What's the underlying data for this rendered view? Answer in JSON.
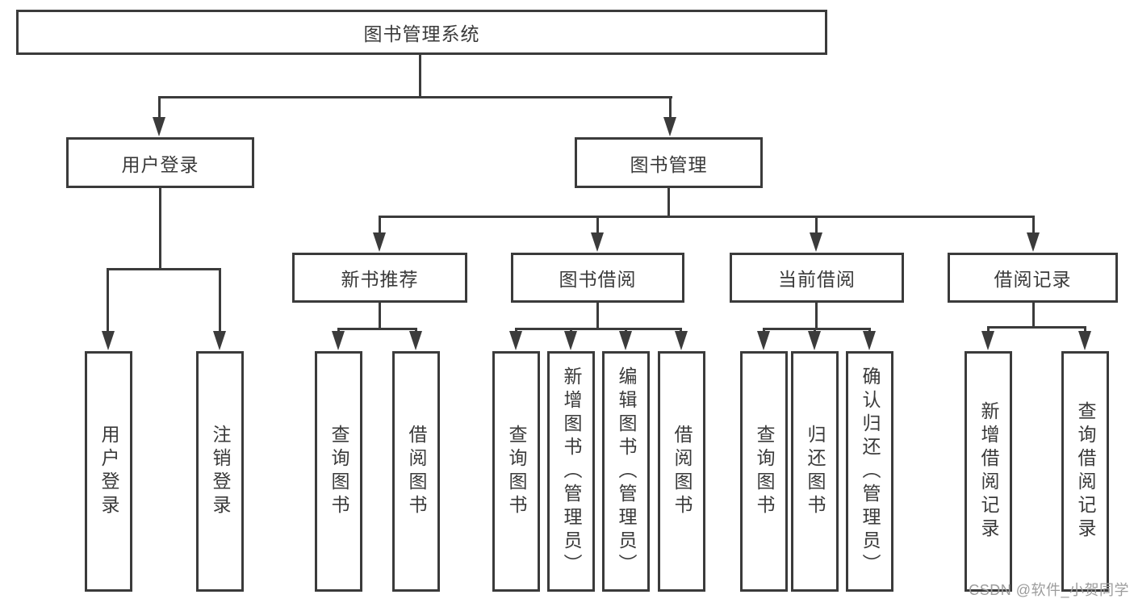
{
  "diagram_title": "图书管理系统",
  "tree": {
    "root": {
      "label": "图书管理系统"
    },
    "branches": [
      {
        "label": "用户登录",
        "children": [
          "用户登录",
          "注销登录"
        ]
      },
      {
        "label": "图书管理",
        "children": [
          {
            "label": "新书推荐",
            "children": [
              "查询图书",
              "借阅图书"
            ]
          },
          {
            "label": "图书借阅",
            "children": [
              "查询图书",
              "新增图书（管理员）",
              "编辑图书（管理员）",
              "借阅图书"
            ]
          },
          {
            "label": "当前借阅",
            "children": [
              "查询图书",
              "归还图书",
              "确认归还（管理员）"
            ]
          },
          {
            "label": "借阅记录",
            "children": [
              "新增借阅记录",
              "查询借阅记录"
            ]
          }
        ]
      }
    ]
  },
  "watermark": {
    "text": "CSDN @软件_小贺同学"
  },
  "colors": {
    "line": "#3b3b3b",
    "text": "#3a3a3a",
    "watermark": "#9c9c9c",
    "background": "#ffffff"
  }
}
